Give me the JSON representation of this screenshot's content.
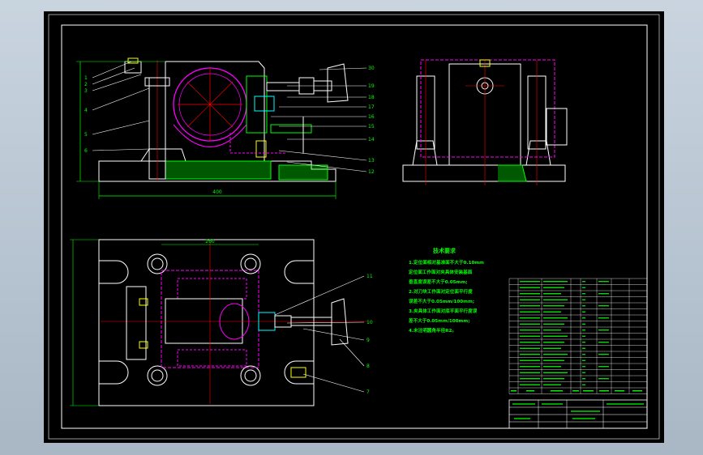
{
  "drawing": {
    "tech_title": "技术要求",
    "tech_lines": [
      "1.定位面相对基准面不大于0.10mm",
      "定位面工作面对夹具体安装基面",
      "垂直度误差不大于0.05mm;",
      "2.对刀块工作面对定位面平行度",
      "误差不大于0.05mm/100mm;",
      "3.夹具体工作面对底平面平行度误",
      "差不大于0.05mm/100mm;",
      "4.未注明圆角半径R2。"
    ],
    "part_numbers_front": [
      "1",
      "2",
      "3",
      "4",
      "5",
      "6"
    ],
    "part_numbers_front_right": [
      "30",
      "19",
      "18",
      "17",
      "16",
      "15",
      "14",
      "13",
      "12"
    ],
    "part_numbers_plan": [
      "11",
      "10",
      "9",
      "8",
      "7"
    ],
    "dim_front_width": "400",
    "dim_plan_width": "260",
    "colors": {
      "background": "#000000",
      "border": "#ffffff",
      "green": "#00ff00",
      "magenta": "#ff00ff",
      "red": "#ff0000",
      "cyan": "#00ffff",
      "yellow": "#ffff00",
      "white": "#ffffff"
    }
  }
}
